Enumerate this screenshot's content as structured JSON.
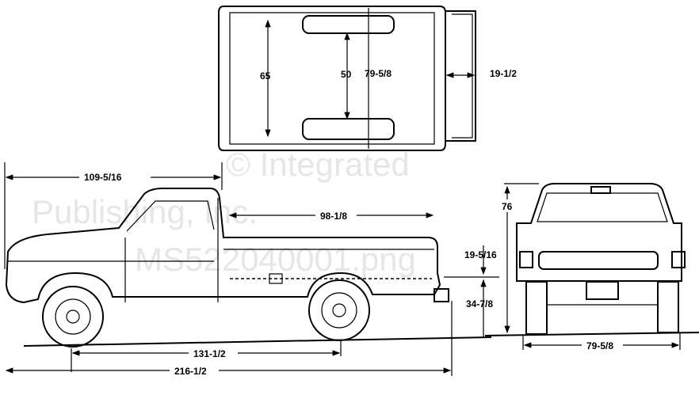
{
  "watermark": {
    "line1": "© Integrated",
    "line2": "Publishing, Inc.",
    "line3": "MS522040001.png"
  },
  "top_view": {
    "inner_width": "65",
    "wheel_track": "50",
    "overall_width": "79-5/8",
    "tailgate_open": "19-1/2"
  },
  "side_view": {
    "front_to_cab": "109-5/16",
    "bed_length": "98-1/8",
    "tailgate_height": "19-5/16",
    "ground_to_bed": "34-7/8",
    "wheelbase": "131-1/2",
    "overall_length": "216-1/2"
  },
  "rear_view": {
    "height": "76",
    "width": "79-5/8"
  }
}
